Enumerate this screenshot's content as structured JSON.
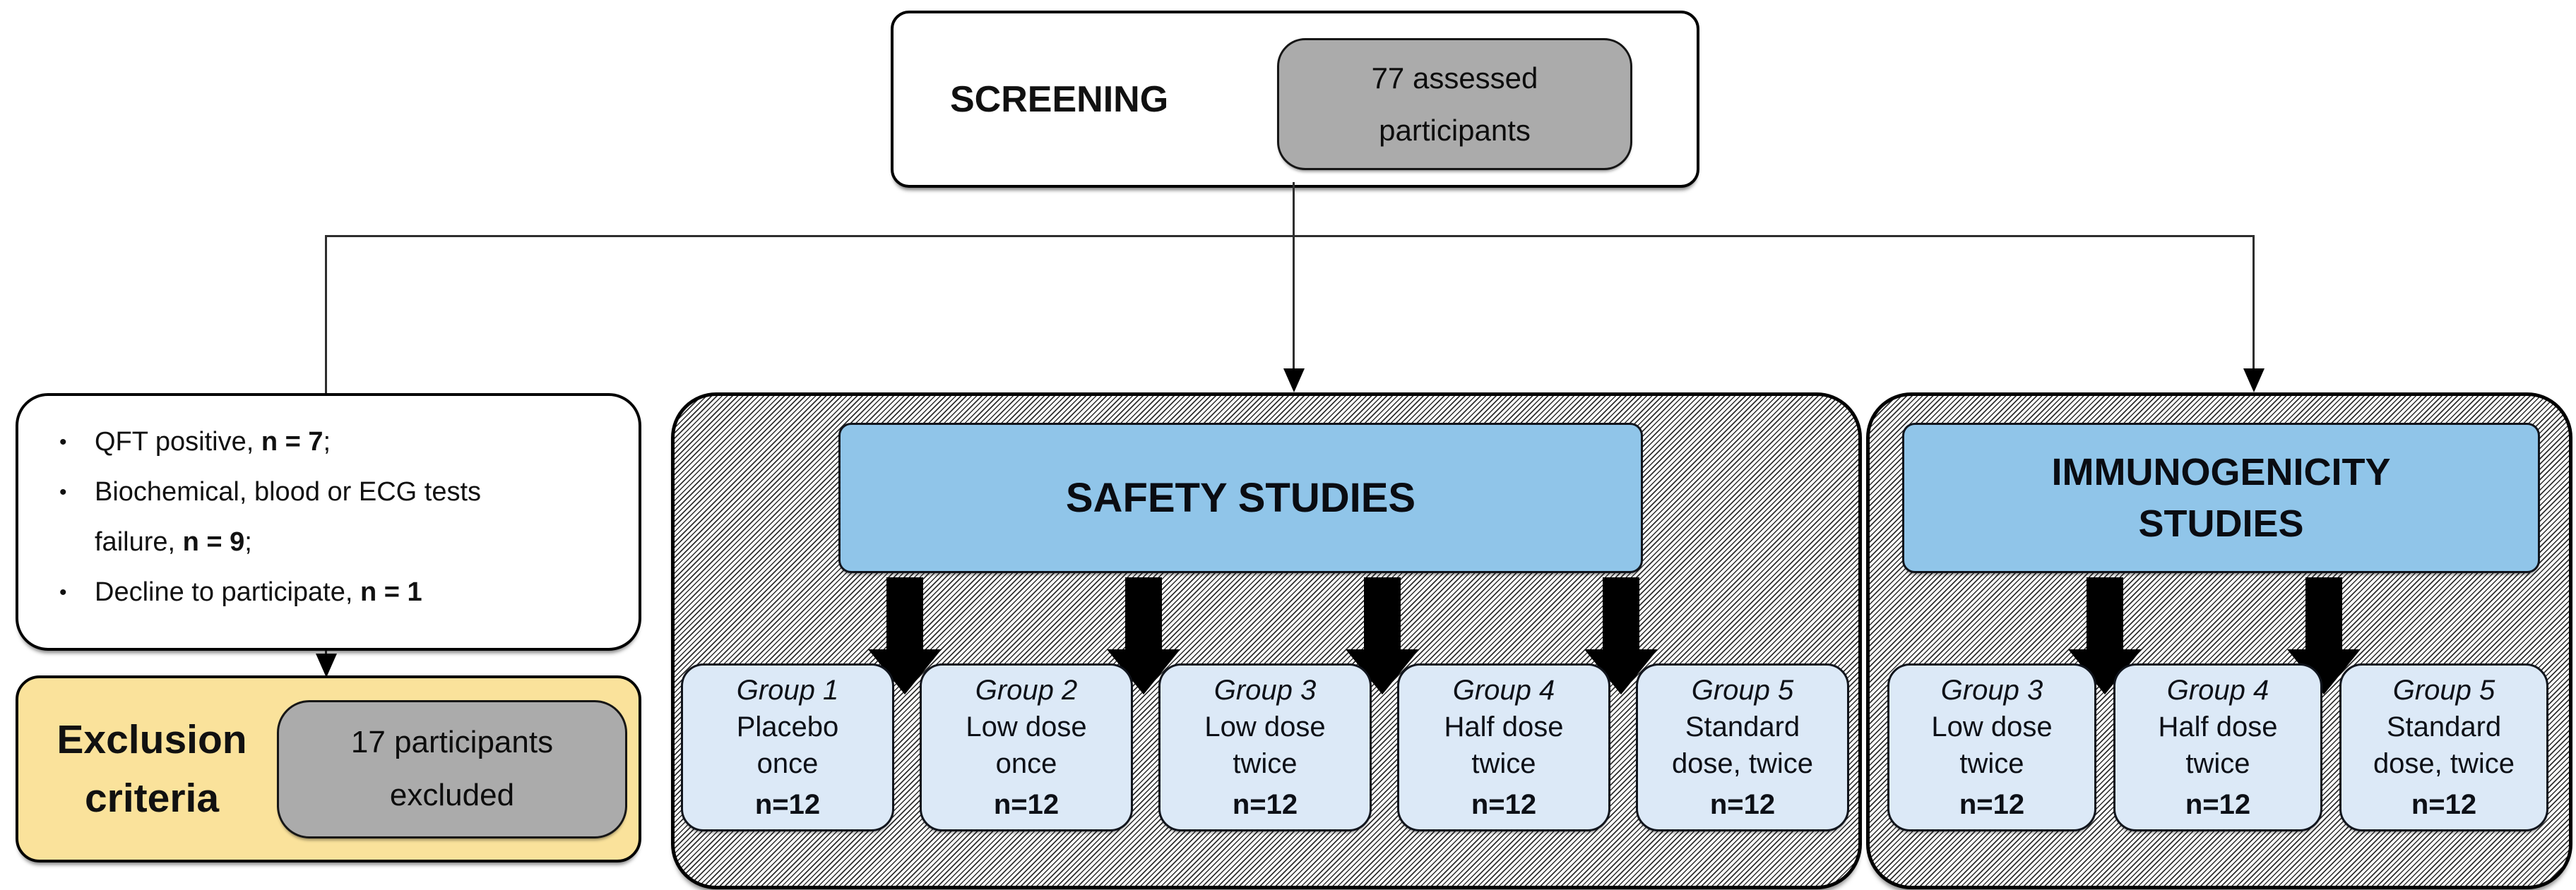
{
  "screening": {
    "label": "SCREENING",
    "count_line1": "77 assessed",
    "count_line2": "participants"
  },
  "exclusion": {
    "bullet_char": "•",
    "bullets": [
      {
        "pre": "QFT positive, ",
        "n": "n = 7",
        "suffix": ";"
      },
      {
        "line1": "Biochemical, blood or ECG tests",
        "line2_pre": "failure, ",
        "n": "n = 9",
        "suffix": ";"
      },
      {
        "pre": "Decline to participate, ",
        "n": "n = 1",
        "suffix": ""
      }
    ],
    "box_title_line1": "Exclusion",
    "box_title_line2": "criteria",
    "count_line1": "17 participants",
    "count_line2": "excluded"
  },
  "safety": {
    "title": "SAFETY STUDIES",
    "groups": [
      {
        "name": "Group 1",
        "line1": "Placebo",
        "line2": "once",
        "n": "n=12"
      },
      {
        "name": "Group 2",
        "line1": "Low dose",
        "line2": "once",
        "n": "n=12"
      },
      {
        "name": "Group 3",
        "line1": "Low dose",
        "line2": "twice",
        "n": "n=12"
      },
      {
        "name": "Group 4",
        "line1": "Half dose",
        "line2": "twice",
        "n": "n=12"
      },
      {
        "name": "Group 5",
        "line1": "Standard",
        "line2": "dose, twice",
        "n": "n=12"
      }
    ]
  },
  "immunogenicity": {
    "title_line1": "IMMUNOGENICITY",
    "title_line2": "STUDIES",
    "groups": [
      {
        "name": "Group 3",
        "line1": "Low dose",
        "line2": "twice",
        "n": "n=12"
      },
      {
        "name": "Group 4",
        "line1": "Half dose",
        "line2": "twice",
        "n": "n=12"
      },
      {
        "name": "Group 5",
        "line1": "Standard",
        "line2": "dose, twice",
        "n": "n=12"
      }
    ]
  },
  "colors": {
    "header_blue": "#90c5e9",
    "group_blue": "#dce9f7",
    "exclusion_yellow": "#fae29b",
    "count_gray": "#ababab",
    "hatch_line": "#191919"
  }
}
